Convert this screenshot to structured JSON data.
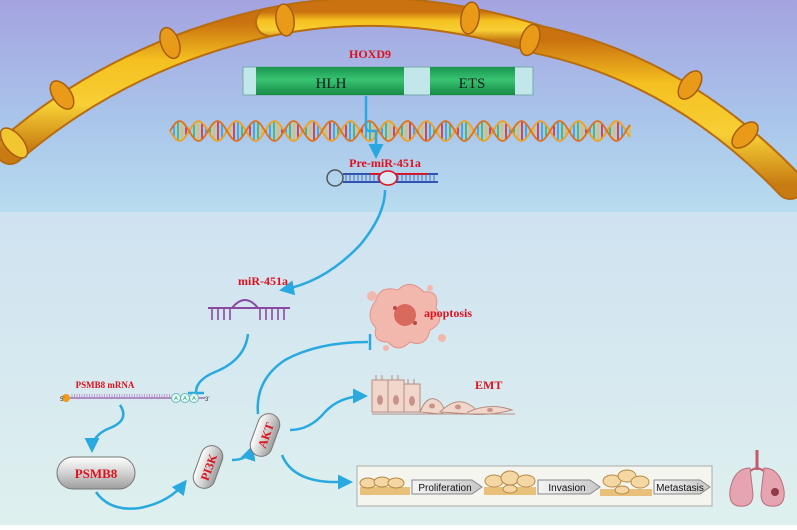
{
  "gene": {
    "name": "HOXD9",
    "domains": [
      "HLH",
      "ETS"
    ]
  },
  "labels": {
    "pre_mir": "Pre-miR-451a",
    "mir": "miR-451a",
    "mrna": "PSMB8 mRNA",
    "mrna_end5": "5'",
    "mrna_end3": "3'",
    "polyA": [
      "A",
      "A",
      "A"
    ],
    "psmb8": "PSMB8",
    "pi3k": "PI3K",
    "akt": "AKT",
    "apoptosis": "apoptosis",
    "emt": "EMT"
  },
  "stages": [
    "Proliferation",
    "Invasion",
    "Metastasis"
  ],
  "colors": {
    "red_label": "#e0101c",
    "arrow": "#29a9e0",
    "gene_box": "#1fa85a",
    "membrane": "#f0b818",
    "membrane_dark": "#c77b12",
    "bg_top": "#a9a9e2",
    "bg_bottom": "#dceff1"
  }
}
